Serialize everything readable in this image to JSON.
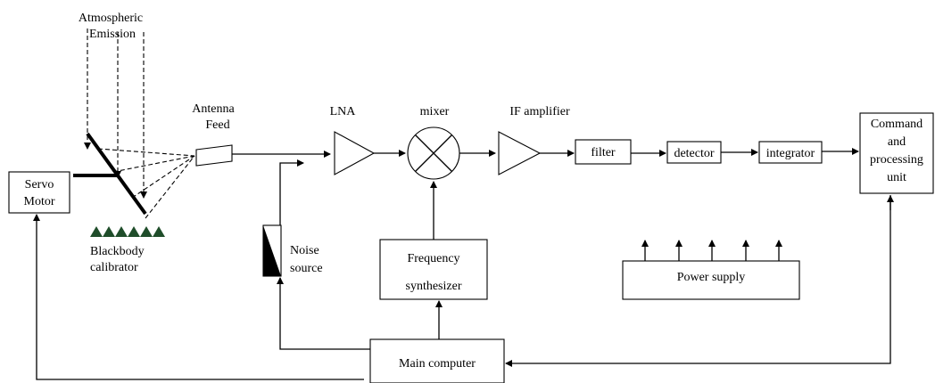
{
  "labels": {
    "atmospheric_1": "Atmospheric",
    "atmospheric_2": "Emission",
    "antenna_1": "Antenna",
    "antenna_2": "Feed",
    "lna": "LNA",
    "mixer": "mixer",
    "if_amp": "IF amplifier",
    "filter": "filter",
    "detector": "detector",
    "integrator": "integrator",
    "command_1": "Command",
    "command_2": "and",
    "command_3": "processing",
    "command_4": "unit",
    "servo_1": "Servo",
    "servo_2": "Motor",
    "blackbody_1": "Blackbody",
    "blackbody_2": "calibrator",
    "noise_1": "Noise",
    "noise_2": "source",
    "freq_1": "Frequency",
    "freq_2": "synthesizer",
    "power": "Power supply",
    "main": "Main computer"
  },
  "colors": {
    "line": "#000000",
    "blackbody": "#1f4d2a"
  }
}
